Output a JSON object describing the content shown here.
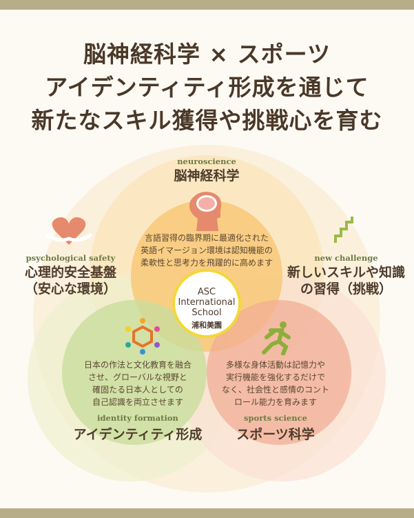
{
  "title": {
    "line1": "脳神経科学 × スポーツ",
    "line2": "アイデンティティ形成を通じて",
    "line3": "新たなスキル獲得や挑戦心を育む"
  },
  "center": {
    "name": "ASC\nInternational\nSchool",
    "sub": "浦和美園"
  },
  "neuroscience": {
    "en": "neuroscience",
    "jp": "脳神経科学",
    "desc": "言語習得の臨界期に最適化された\n英語イマージョン環境は認知機能の\n柔軟性と思考力を飛躍的に高めます"
  },
  "psychological": {
    "en": "psychological safety",
    "jp": "心理的安全基盤",
    "jp2": "（安心な環境）"
  },
  "challenge": {
    "en": "new challenge",
    "jp": "新しいスキルや知識",
    "jp2": "の習得（挑戦）"
  },
  "identity": {
    "en": "identity formation",
    "jp": "アイデンティティ形成",
    "desc": "日本の作法と文化教育を融合\nさせ、グローバルな視野と\n確固たる日本人としての\n自己認識を両立させます"
  },
  "sports": {
    "en": "sports science",
    "jp": "スポーツ科学",
    "desc": "多様な身体活動は記憶力や\n実行機能を強化するだけで\nなく、社会性と感情のコント\nロール能力を育みます"
  },
  "colors": {
    "bar": "#b7ad88",
    "outer": "#fbeed3",
    "orange": "#f7c77a",
    "green": "#cfe1a6",
    "red": "#f3b9a4",
    "centerBorder": "#f2d83a"
  }
}
